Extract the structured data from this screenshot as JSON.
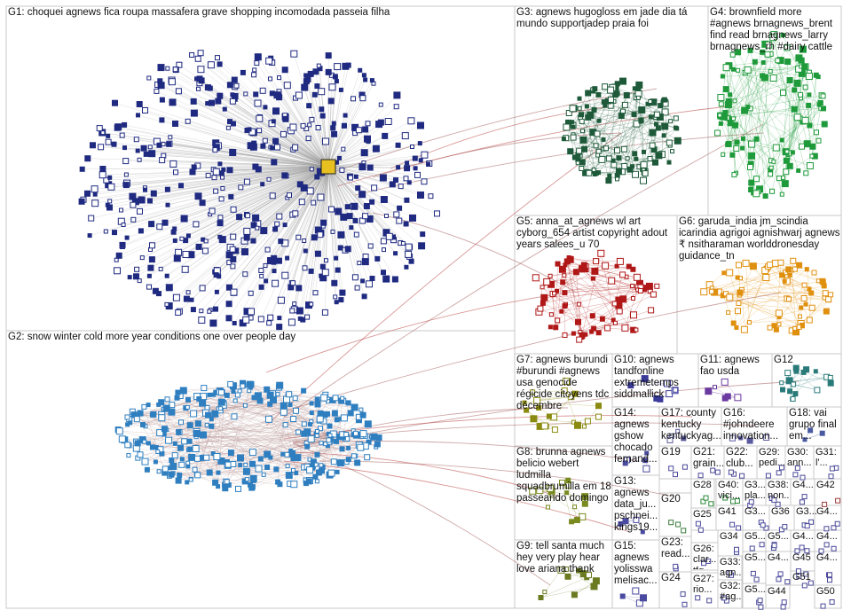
{
  "groups": [
    {
      "id": "g1",
      "label": "G1: choquei agnews fica roupa massafera grave shopping incomodada passeia filha",
      "color": "#1f2a80"
    },
    {
      "id": "g2",
      "label": "G2: snow winter cold more year conditions one over people day",
      "color": "#2f7fc0"
    },
    {
      "id": "g3",
      "label": "G3: agnews hugogloss em jade dia tá mundo supportjadep praia foi",
      "color": "#1e5a3a"
    },
    {
      "id": "g4",
      "label": "G4: brownfield more #agnews brnagnews_brent find read brnagnews_larry brnagnews_rh #dairy cattle",
      "color": "#1e9a3a"
    },
    {
      "id": "g5",
      "label": "G5: anna_at_agnews wl art cyborg_654 artist copyright adout years salees_u 70",
      "color": "#b01818"
    },
    {
      "id": "g6",
      "label": "G6: garuda_india jm_scindia icarindia agrigoi agnishwarj agnews ₹ nsitharaman worlddronesday guidance_tn",
      "color": "#e0900f"
    },
    {
      "id": "g7",
      "label": "G7: agnews burundi #burundi #agnews usa genocide régicide citoyens tdc décembre",
      "color": "#8a8a10"
    },
    {
      "id": "g8",
      "label": "G8: brunna agnews belicio webert ludmilla squadbrumilla em 18 passeando domingo",
      "color": "#7a8a20"
    },
    {
      "id": "g9",
      "label": "G9: tell santa much hey very play hear love ariana thank",
      "color": "#6a7a20"
    },
    {
      "id": "g10",
      "label": "G10: agnews tandfonline extremetemps siddmallick",
      "color": "#3a3a9a"
    },
    {
      "id": "g11",
      "label": "G11: agnews fao usda",
      "color": "#6a3aa0"
    },
    {
      "id": "g12",
      "label": "G12",
      "color": "#2a7a7a"
    },
    {
      "id": "g13",
      "label": "G13: agnews data_ju... pschnei... kings19...",
      "color": "#4a4aa0"
    },
    {
      "id": "g14",
      "label": "G14: agnews gshow chocado fernand...",
      "color": "#4a4a9a"
    },
    {
      "id": "g15",
      "label": "G15: agnews yolisswa melisac...",
      "color": "#4a4aa0"
    },
    {
      "id": "g16",
      "label": "G16: #johndeere innovation...",
      "color": "#5a5aa0"
    },
    {
      "id": "g17",
      "label": "G17: county kentucky kentuckyag...",
      "color": "#5a5a9a"
    },
    {
      "id": "g18",
      "label": "G18: vai grupo final em...",
      "color": "#4a5aa0"
    },
    {
      "id": "g19",
      "label": "G19",
      "color": "#4a4a9a"
    },
    {
      "id": "g20",
      "label": "G20",
      "color": "#3a7a3a"
    },
    {
      "id": "g21",
      "label": "G21: grain...",
      "color": "#4a4a9a"
    },
    {
      "id": "g22",
      "label": "G22: club...",
      "color": "#4a4a9a"
    },
    {
      "id": "g23",
      "label": "G23: read...",
      "color": "#4a4a9a"
    },
    {
      "id": "g24",
      "label": "G24",
      "color": "#4a4a9a"
    },
    {
      "id": "g25",
      "label": "G25",
      "color": "#4a4a9a"
    },
    {
      "id": "g26",
      "label": "G26: clar... tfg...",
      "color": "#4a4a9a"
    },
    {
      "id": "g27",
      "label": "G27: rio...",
      "color": "#4a4a9a"
    },
    {
      "id": "g28",
      "label": "G28",
      "color": "#2a8a3a"
    },
    {
      "id": "g29",
      "label": "G29: pedi...",
      "color": "#4a4a9a"
    },
    {
      "id": "g30",
      "label": "G30: ann...",
      "color": "#4a4a9a"
    },
    {
      "id": "g31",
      "label": "G31: l'...",
      "color": "#4a4a9a"
    },
    {
      "id": "g32",
      "label": "G32: #ag...",
      "color": "#4a4a9a"
    },
    {
      "id": "g33",
      "label": "G33: agn...",
      "color": "#4a4a9a"
    },
    {
      "id": "g34",
      "label": "G34",
      "color": "#4a4a9a"
    },
    {
      "id": "g35",
      "label": "G3... pla...",
      "color": "#4a4a9a"
    },
    {
      "id": "g36",
      "label": "G36",
      "color": "#4a4a9a"
    },
    {
      "id": "g37",
      "label": "G3...",
      "color": "#4a4a9a"
    },
    {
      "id": "g38",
      "label": "G38: non...",
      "color": "#4a4a9a"
    },
    {
      "id": "g39",
      "label": "G3...",
      "color": "#4a4a9a"
    },
    {
      "id": "g40",
      "label": "G40: vici...",
      "color": "#2a8a3a"
    },
    {
      "id": "g41",
      "label": "G41",
      "color": "#4a4a9a"
    },
    {
      "id": "g42",
      "label": "G42",
      "color": "#a03a3a"
    },
    {
      "id": "g43",
      "label": "G4...",
      "color": "#4a4a9a"
    },
    {
      "id": "g44",
      "label": "G44",
      "color": "#4a4a9a"
    },
    {
      "id": "g45",
      "label": "G45",
      "color": "#4a4a9a"
    },
    {
      "id": "g46",
      "label": "G4...",
      "color": "#4a4a9a"
    },
    {
      "id": "g47",
      "label": "G4...",
      "color": "#4a4a9a"
    },
    {
      "id": "g48",
      "label": "G4...",
      "color": "#4a4a9a"
    },
    {
      "id": "g49",
      "label": "G4...",
      "color": "#4a4a9a"
    },
    {
      "id": "g50",
      "label": "G50",
      "color": "#4a4a9a"
    },
    {
      "id": "g51",
      "label": "G51",
      "color": "#4a4a9a"
    },
    {
      "id": "g52",
      "label": "G5...",
      "color": "#4a4a9a"
    },
    {
      "id": "g53",
      "label": "G5...",
      "color": "#4a4a9a"
    },
    {
      "id": "g54",
      "label": "G5...",
      "color": "#4a4a9a"
    },
    {
      "id": "g55",
      "label": "G5...",
      "color": "#4a4a9a"
    },
    {
      "id": "g56",
      "label": "G4...",
      "color": "#4a4a9a"
    }
  ]
}
